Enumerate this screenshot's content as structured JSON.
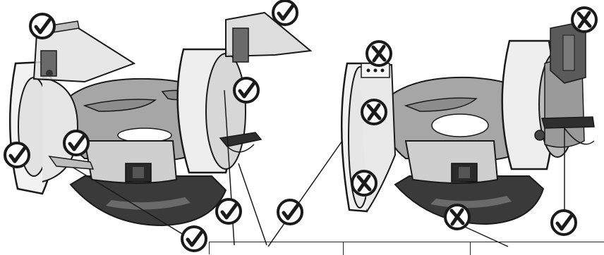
{
  "figure": {
    "panels": [
      {
        "name": "left-grinder",
        "status": "correct"
      },
      {
        "name": "right-grinder",
        "status": "incorrect"
      }
    ],
    "marks": {
      "check": "check-icon",
      "cross": "cross-icon"
    },
    "colors": {
      "outline": "#1a1a1a",
      "body_gray": "#a6a6a6",
      "body_light": "#d9d9d9",
      "base_dark": "#3a3a3a",
      "guard_fill": "#e6e6e6"
    },
    "bottom_table": {
      "columns": [
        "",
        "",
        ""
      ]
    }
  }
}
